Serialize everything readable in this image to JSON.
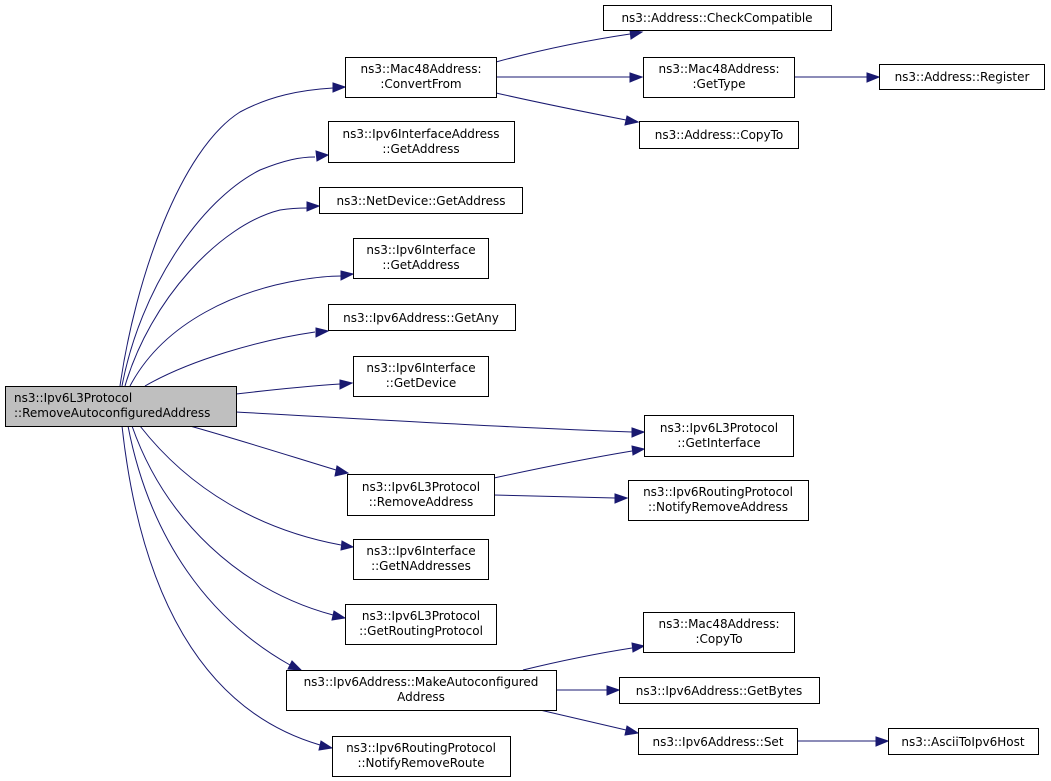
{
  "colors": {
    "edge": "#191970",
    "node_border": "#000000",
    "root_fill": "#bfbfbf",
    "node_fill": "#ffffff"
  },
  "nodes": {
    "root": [
      "ns3::Ipv6L3Protocol",
      "::RemoveAutoconfiguredAddress"
    ],
    "mac48_convert_from": [
      "ns3::Mac48Address:",
      ":ConvertFrom"
    ],
    "address_check_compatible": [
      "ns3::Address::CheckCompatible"
    ],
    "mac48_get_type": [
      "ns3::Mac48Address:",
      ":GetType"
    ],
    "address_register": [
      "ns3::Address::Register"
    ],
    "address_copy_to": [
      "ns3::Address::CopyTo"
    ],
    "ipv6_iface_addr_get_address": [
      "ns3::Ipv6InterfaceAddress",
      "::GetAddress"
    ],
    "netdevice_get_address": [
      "ns3::NetDevice::GetAddress"
    ],
    "ipv6_iface_get_address": [
      "ns3::Ipv6Interface",
      "::GetAddress"
    ],
    "ipv6_address_get_any": [
      "ns3::Ipv6Address::GetAny"
    ],
    "ipv6_iface_get_device": [
      "ns3::Ipv6Interface",
      "::GetDevice"
    ],
    "ipv6l3_get_interface": [
      "ns3::Ipv6L3Protocol",
      "::GetInterface"
    ],
    "ipv6l3_remove_address": [
      "ns3::Ipv6L3Protocol",
      "::RemoveAddress"
    ],
    "routing_notify_remove_address": [
      "ns3::Ipv6RoutingProtocol",
      "::NotifyRemoveAddress"
    ],
    "ipv6_iface_get_n_addresses": [
      "ns3::Ipv6Interface",
      "::GetNAddresses"
    ],
    "ipv6l3_get_routing_protocol": [
      "ns3::Ipv6L3Protocol",
      "::GetRoutingProtocol"
    ],
    "mac48_copy_to": [
      "ns3::Mac48Address:",
      ":CopyTo"
    ],
    "ipv6_make_autoconfigured": [
      "ns3::Ipv6Address::MakeAutoconfigured",
      "Address"
    ],
    "ipv6_get_bytes": [
      "ns3::Ipv6Address::GetBytes"
    ],
    "ipv6_set": [
      "ns3::Ipv6Address::Set"
    ],
    "ascii_to_ipv6_host": [
      "ns3::AsciiToIpv6Host"
    ],
    "routing_notify_remove_route": [
      "ns3::Ipv6RoutingProtocol",
      "::NotifyRemoveRoute"
    ]
  }
}
